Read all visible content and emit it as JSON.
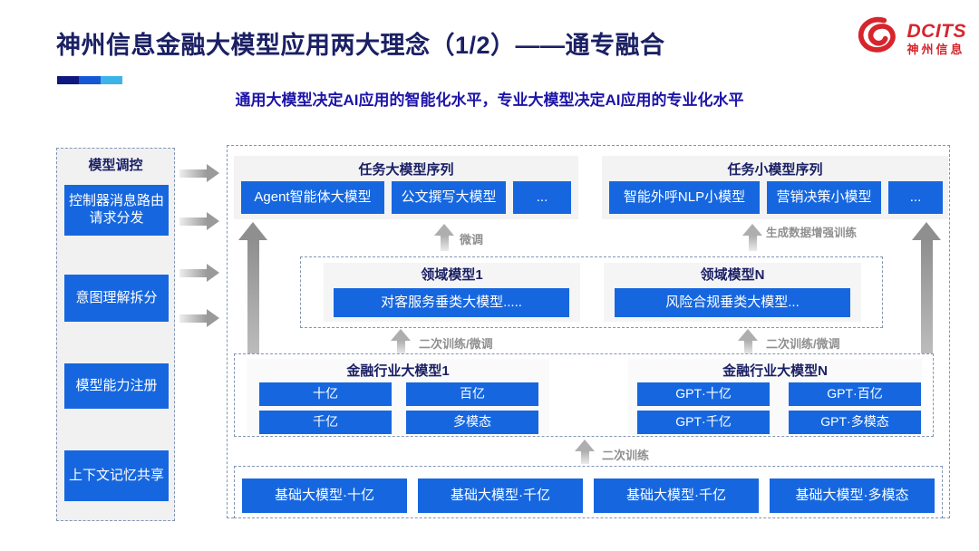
{
  "header": {
    "title": "神州信息金融大模型应用两大理念（1/2）——通专融合",
    "subtitle": "通用大模型决定AI应用的智能化水平，专业大模型决定AI应用的专业化水平",
    "logo": {
      "brand": "DCITS",
      "brand_cn": "神州信息"
    }
  },
  "colors": {
    "accent_blue": "#1667df",
    "navy_text": "#1b2064",
    "subtitle_blue": "#1d14a8",
    "logo_red": "#d6252c",
    "arrow_gray": "#8f8f8f",
    "deco_segments": [
      "#10177e",
      "#1558d6",
      "#3cb4e8"
    ]
  },
  "sidebar": {
    "title": "模型调控",
    "items": [
      {
        "label": "控制器消息路由请求分发"
      },
      {
        "label": "意图理解拆分"
      },
      {
        "label": "模型能力注册"
      },
      {
        "label": "上下文记忆共享"
      }
    ]
  },
  "task_large": {
    "title": "任务大模型序列",
    "items": [
      "Agent智能体大模型",
      "公文撰写大模型",
      "..."
    ]
  },
  "task_small": {
    "title": "任务小模型序列",
    "items": [
      "智能外呼NLP小模型",
      "营销决策小模型",
      "..."
    ]
  },
  "domain": {
    "groups": [
      {
        "title": "领域模型1",
        "item": "对客服务垂类大模型....."
      },
      {
        "title": "领域模型N",
        "item": "风险合规垂类大模型..."
      }
    ]
  },
  "industry": {
    "groups": [
      {
        "title": "金融行业大模型1",
        "items": [
          "十亿",
          "百亿",
          "千亿",
          "多模态"
        ]
      },
      {
        "title": "金融行业大模型N",
        "items": [
          "GPT·十亿",
          "GPT·百亿",
          "GPT·千亿",
          "GPT·多模态"
        ]
      }
    ]
  },
  "base_models": {
    "items": [
      "基础大模型·十亿",
      "基础大模型·千亿",
      "基础大模型·千亿",
      "基础大模型·多模态"
    ]
  },
  "arrow_labels": {
    "finetune": "微调",
    "gen_data_training": "生成数据增强训练",
    "retrain_finetune": "二次训练/微调",
    "retrain": "二次训练"
  }
}
